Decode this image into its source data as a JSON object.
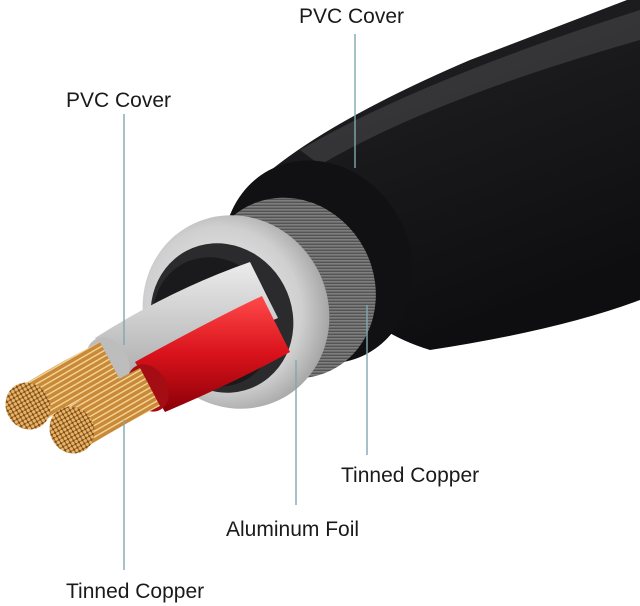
{
  "labels": {
    "outer_jacket": "PVC Cover",
    "inner_insulation": "PVC Cover",
    "braid_shield": "Tinned Copper",
    "foil_shield": "Aluminum Foil",
    "conductor": "Tinned Copper"
  },
  "colors": {
    "background": "#ffffff",
    "outer_jacket": "#1e1e20",
    "braid": "#8c8c8c",
    "foil": "#c9c9c9",
    "inner_insulation_grey": "#d2d2d2",
    "inner_insulation_red": "#d9121b",
    "copper": "#c8893a",
    "leader_line": "#7fa8ad"
  }
}
